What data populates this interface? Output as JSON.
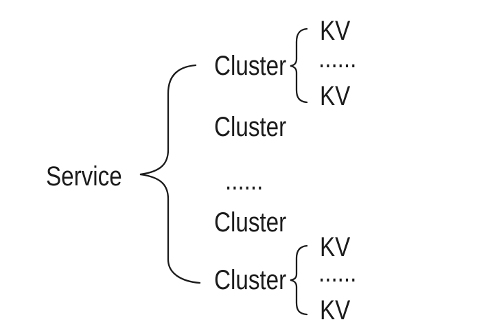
{
  "colors": {
    "background": "#ffffff",
    "text": "#1b1b1b",
    "line": "#1b1b1b"
  },
  "icons": {
    "service_brace": "left-curly-brace",
    "top_cluster_brace": "left-curly-brace",
    "bottom_cluster_brace": "left-curly-brace"
  },
  "diagram": {
    "service_label": "Service",
    "clusters": [
      {
        "label": "Cluster",
        "children": [
          "KV",
          "......",
          "KV"
        ]
      },
      {
        "label": "Cluster"
      },
      {
        "label": "......",
        "type": "ellipsis"
      },
      {
        "label": "Cluster"
      },
      {
        "label": "Cluster",
        "children": [
          "KV",
          "......",
          "KV"
        ]
      }
    ]
  }
}
